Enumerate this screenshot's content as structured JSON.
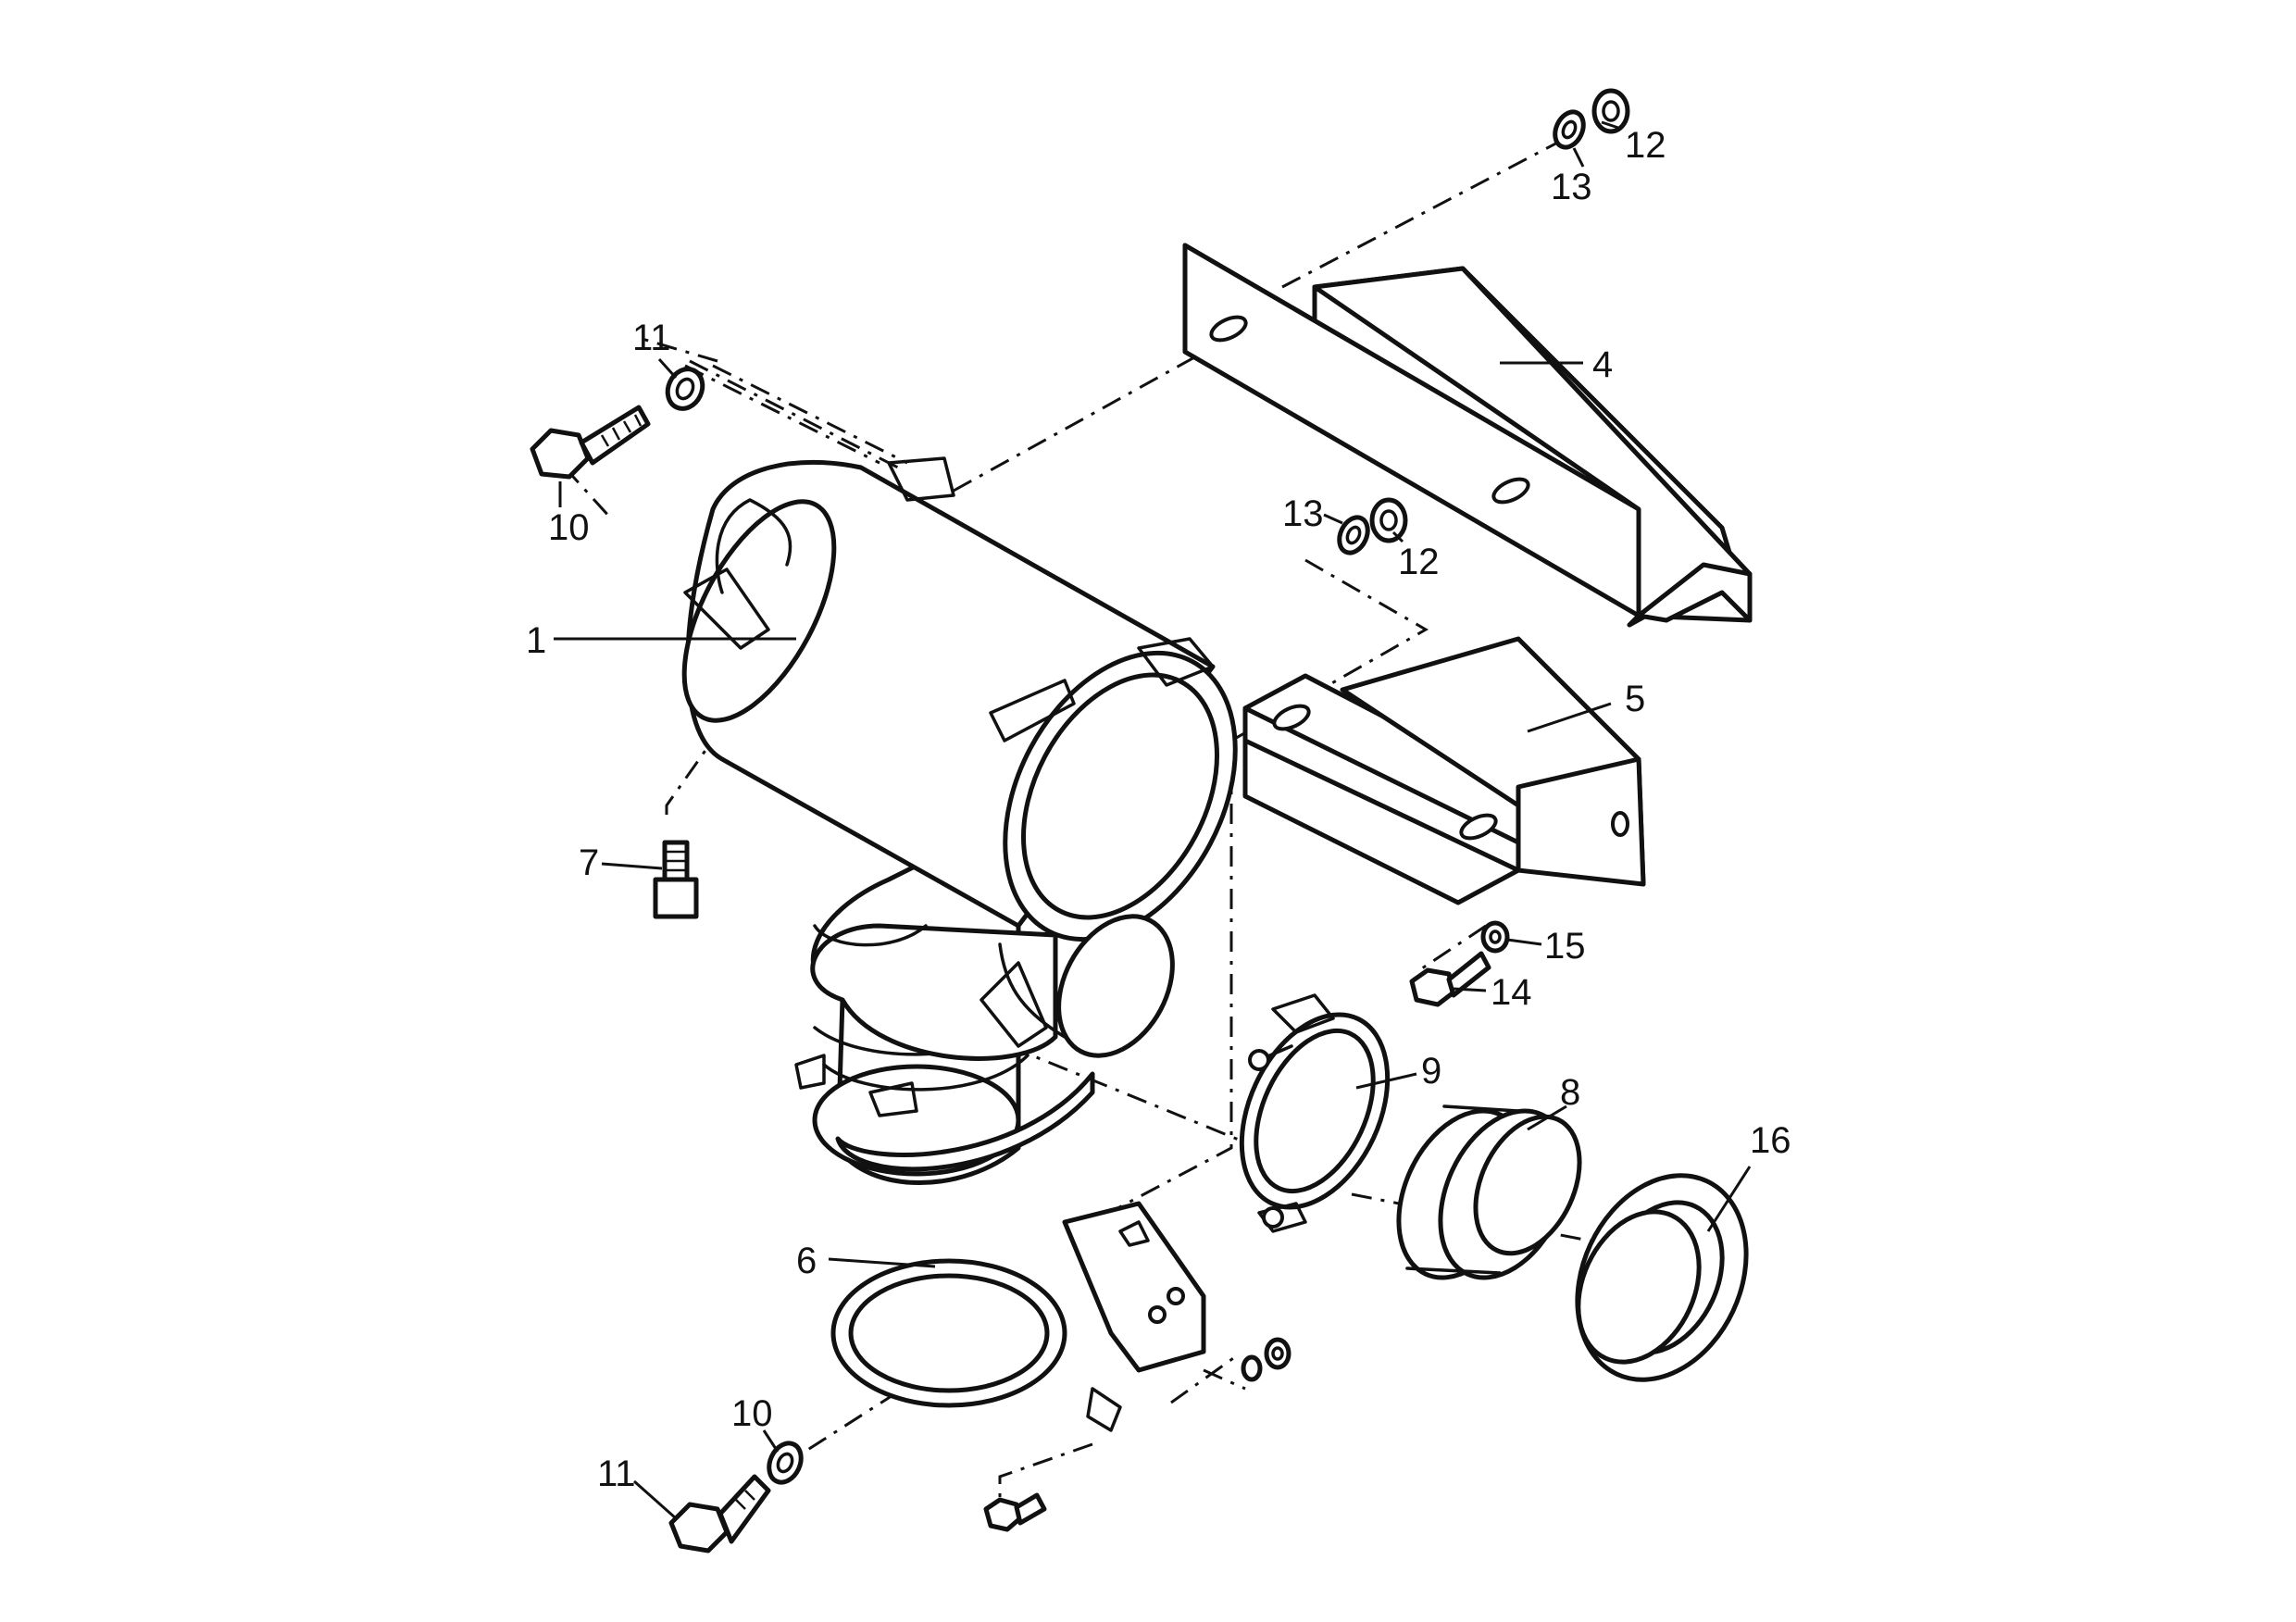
{
  "callouts": [
    {
      "id": "1",
      "text": "1"
    },
    {
      "id": "4",
      "text": "4"
    },
    {
      "id": "5",
      "text": "5"
    },
    {
      "id": "6",
      "text": "6"
    },
    {
      "id": "7",
      "text": "7"
    },
    {
      "id": "8",
      "text": "8"
    },
    {
      "id": "9",
      "text": "9"
    },
    {
      "id": "10a",
      "text": "10"
    },
    {
      "id": "10b",
      "text": "10"
    },
    {
      "id": "11a",
      "text": "11"
    },
    {
      "id": "11b",
      "text": "11"
    },
    {
      "id": "12a",
      "text": "12"
    },
    {
      "id": "12b",
      "text": "12"
    },
    {
      "id": "13a",
      "text": "13"
    },
    {
      "id": "13b",
      "text": "13"
    },
    {
      "id": "14",
      "text": "14"
    },
    {
      "id": "15",
      "text": "15"
    },
    {
      "id": "16",
      "text": "16"
    }
  ]
}
